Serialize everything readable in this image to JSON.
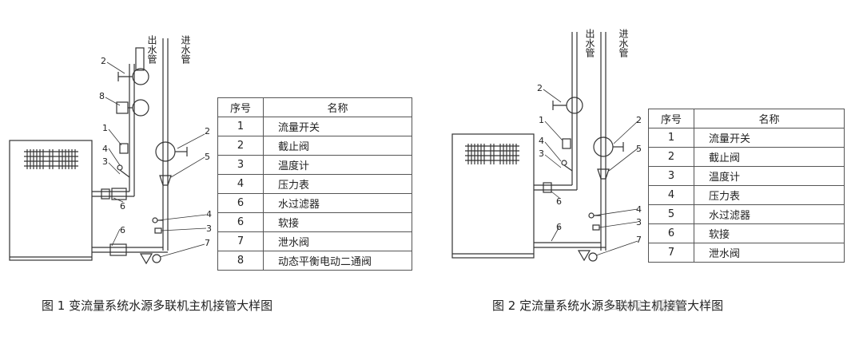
{
  "figure1": {
    "caption": "图 1   变流量系统水源多联机主机接管大样图",
    "pipe_out_label": "出水管",
    "pipe_in_label": "进水管",
    "callouts": {
      "c1": "1",
      "c2a": "2",
      "c2b": "2",
      "c3": "3",
      "c4a": "4",
      "c4b": "4",
      "c5": "5",
      "c6a": "6",
      "c6b": "6",
      "c7": "7",
      "c8": "8"
    },
    "table": {
      "header": {
        "num": "序号",
        "name": "名称"
      },
      "rows": [
        {
          "num": "1",
          "name": "流量开关"
        },
        {
          "num": "2",
          "name": "截止阀"
        },
        {
          "num": "3",
          "name": "温度计"
        },
        {
          "num": "4",
          "name": "压力表"
        },
        {
          "num": "6",
          "name": "水过滤器"
        },
        {
          "num": "6",
          "name": "软接"
        },
        {
          "num": "7",
          "name": "泄水阀"
        },
        {
          "num": "8",
          "name": "动态平衡电动二通阀"
        }
      ]
    }
  },
  "figure2": {
    "caption": "图 2   定流量系统水源多联机主机接管大样图",
    "pipe_out_label": "出水管",
    "pipe_in_label": "进水管",
    "callouts": {
      "c1": "1",
      "c2a": "2",
      "c2b": "2",
      "c3a": "3",
      "c3b": "3",
      "c4a": "4",
      "c4b": "4",
      "c5": "5",
      "c6a": "6",
      "c6b": "6",
      "c7": "7"
    },
    "table": {
      "header": {
        "num": "序号",
        "name": "名称"
      },
      "rows": [
        {
          "num": "1",
          "name": "流量开关"
        },
        {
          "num": "2",
          "name": "截止阀"
        },
        {
          "num": "3",
          "name": "温度计"
        },
        {
          "num": "4",
          "name": "压力表"
        },
        {
          "num": "5",
          "name": "水过滤器"
        },
        {
          "num": "6",
          "name": "软接"
        },
        {
          "num": "7",
          "name": "泄水阀"
        }
      ]
    }
  },
  "watermark": "公众号 · 暖通"
}
